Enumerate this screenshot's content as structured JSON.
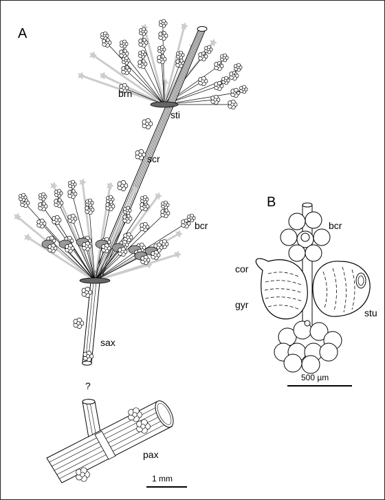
{
  "panel_a": {
    "panel_label": "A",
    "labels": {
      "brn": "brn",
      "sti": "sti",
      "scr": "scr",
      "bcr": "bcr",
      "sax": "sax",
      "uncertain": "?",
      "pax": "pax"
    },
    "scale_bar": "1 mm"
  },
  "panel_b": {
    "panel_label": "B",
    "labels": {
      "bcr": "bcr",
      "cor": "cor",
      "gyr": "gyr",
      "stu": "stu"
    },
    "scale_bar": "500 µm"
  },
  "colors": {
    "line": "#000000",
    "sterile_branch": "#cccccc",
    "dark_sporangium": "#999999",
    "background": "#ffffff"
  }
}
